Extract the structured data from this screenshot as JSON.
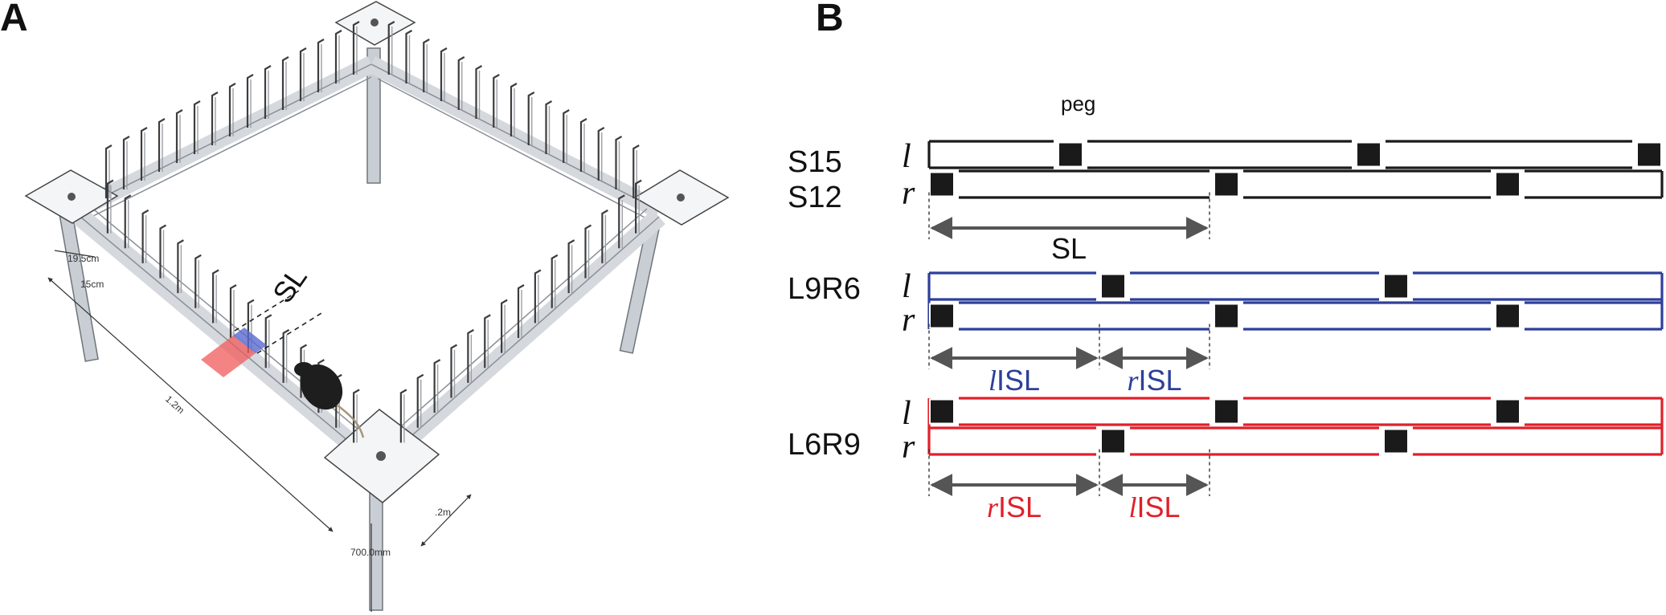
{
  "panel_a": {
    "letter": "A",
    "labels": {
      "sl": "SL",
      "height_small": "19.5cm",
      "width_small": "15cm",
      "length": "1.2m",
      "leg_height": "700.0mm",
      "gap": ".2m"
    }
  },
  "panel_b": {
    "letter": "B",
    "peg_label": "peg",
    "groups": [
      {
        "id": "s",
        "color": "#1a1a1a",
        "row_labels": [
          "S15",
          "S12"
        ],
        "side_labels": [
          "l",
          "r"
        ],
        "bottom": {
          "type": "single",
          "label": "SL"
        }
      },
      {
        "id": "l9r6",
        "color": "#2e3f9a",
        "row_labels": [
          "L9R6"
        ],
        "side_labels": [
          "l",
          "r"
        ],
        "bottom": {
          "type": "pair",
          "first_prefix": "l",
          "first_suffix": "ISL",
          "second_prefix": "r",
          "second_suffix": "ISL"
        }
      },
      {
        "id": "l6r9",
        "color": "#e0202a",
        "row_labels": [
          "L6R9"
        ],
        "side_labels": [
          "l",
          "r"
        ],
        "bottom": {
          "type": "pair",
          "first_prefix": "r",
          "first_suffix": "ISL",
          "second_prefix": "l",
          "second_suffix": "ISL"
        }
      }
    ]
  },
  "colors": {
    "ink": "#1a1a1a",
    "blue": "#2e3f9a",
    "red": "#e0202a",
    "arrow": "#555555",
    "frame": "#8a8f96",
    "frame_light": "#d5d9de",
    "marker_red": "#f05a5a",
    "marker_blue": "#5a6ad0"
  }
}
